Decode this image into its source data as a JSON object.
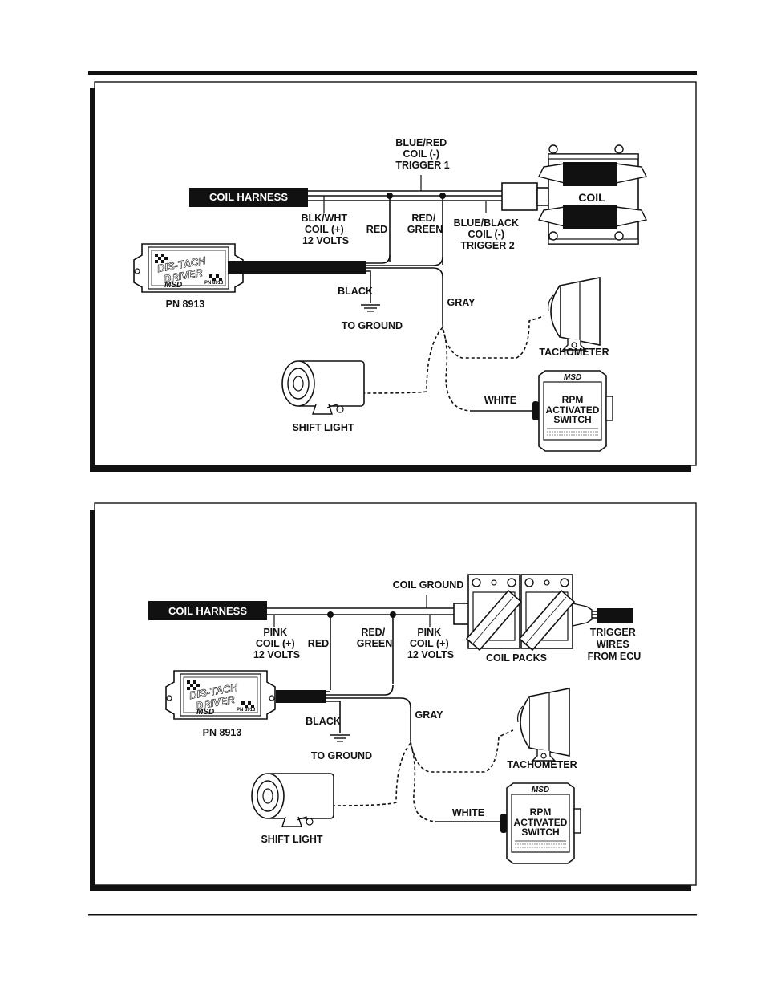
{
  "diagram1": {
    "coil_harness": "COIL HARNESS",
    "blue_red": [
      "BLUE/RED",
      "COIL (-)",
      "TRIGGER 1"
    ],
    "blk_wht": [
      "BLK/WHT",
      "COIL (+)",
      "12 VOLTS"
    ],
    "red": "RED",
    "red_green": [
      "RED/",
      "GREEN"
    ],
    "blue_black": [
      "BLUE/BLACK",
      "COIL (-)",
      "TRIGGER 2"
    ],
    "coil": "COIL",
    "driver": [
      "DIS-TACH",
      "DRIVER"
    ],
    "msd": "MSD",
    "driver_pn_small": "PN 8913",
    "pn": "PN 8913",
    "black": "BLACK",
    "to_ground": "TO GROUND",
    "gray": "GRAY",
    "tachometer": "TACHOMETER",
    "white": "WHITE",
    "rpm_msd": "MSD",
    "rpm": [
      "RPM",
      "ACTIVATED",
      "SWITCH"
    ],
    "shift_light": "SHIFT LIGHT"
  },
  "diagram2": {
    "coil_harness": "COIL HARNESS",
    "coil_ground": "COIL GROUND",
    "pink_left": [
      "PINK",
      "COIL (+)",
      "12 VOLTS"
    ],
    "red": "RED",
    "red_green": [
      "RED/",
      "GREEN"
    ],
    "pink_right": [
      "PINK",
      "COIL (+)",
      "12 VOLTS"
    ],
    "coil_packs": "COIL PACKS",
    "trigger": [
      "TRIGGER",
      "WIRES",
      "FROM ECU"
    ],
    "driver": [
      "DIS-TACH",
      "DRIVER"
    ],
    "msd": "MSD",
    "driver_pn_small": "PN 8913",
    "pn": "PN 8913",
    "black": "BLACK",
    "to_ground": "TO GROUND",
    "gray": "GRAY",
    "tachometer": "TACHOMETER",
    "white": "WHITE",
    "rpm_msd": "MSD",
    "rpm": [
      "RPM",
      "ACTIVATED",
      "SWITCH"
    ],
    "shift_light": "SHIFT LIGHT"
  },
  "colors": {
    "ink": "#111111",
    "paper": "#ffffff"
  }
}
